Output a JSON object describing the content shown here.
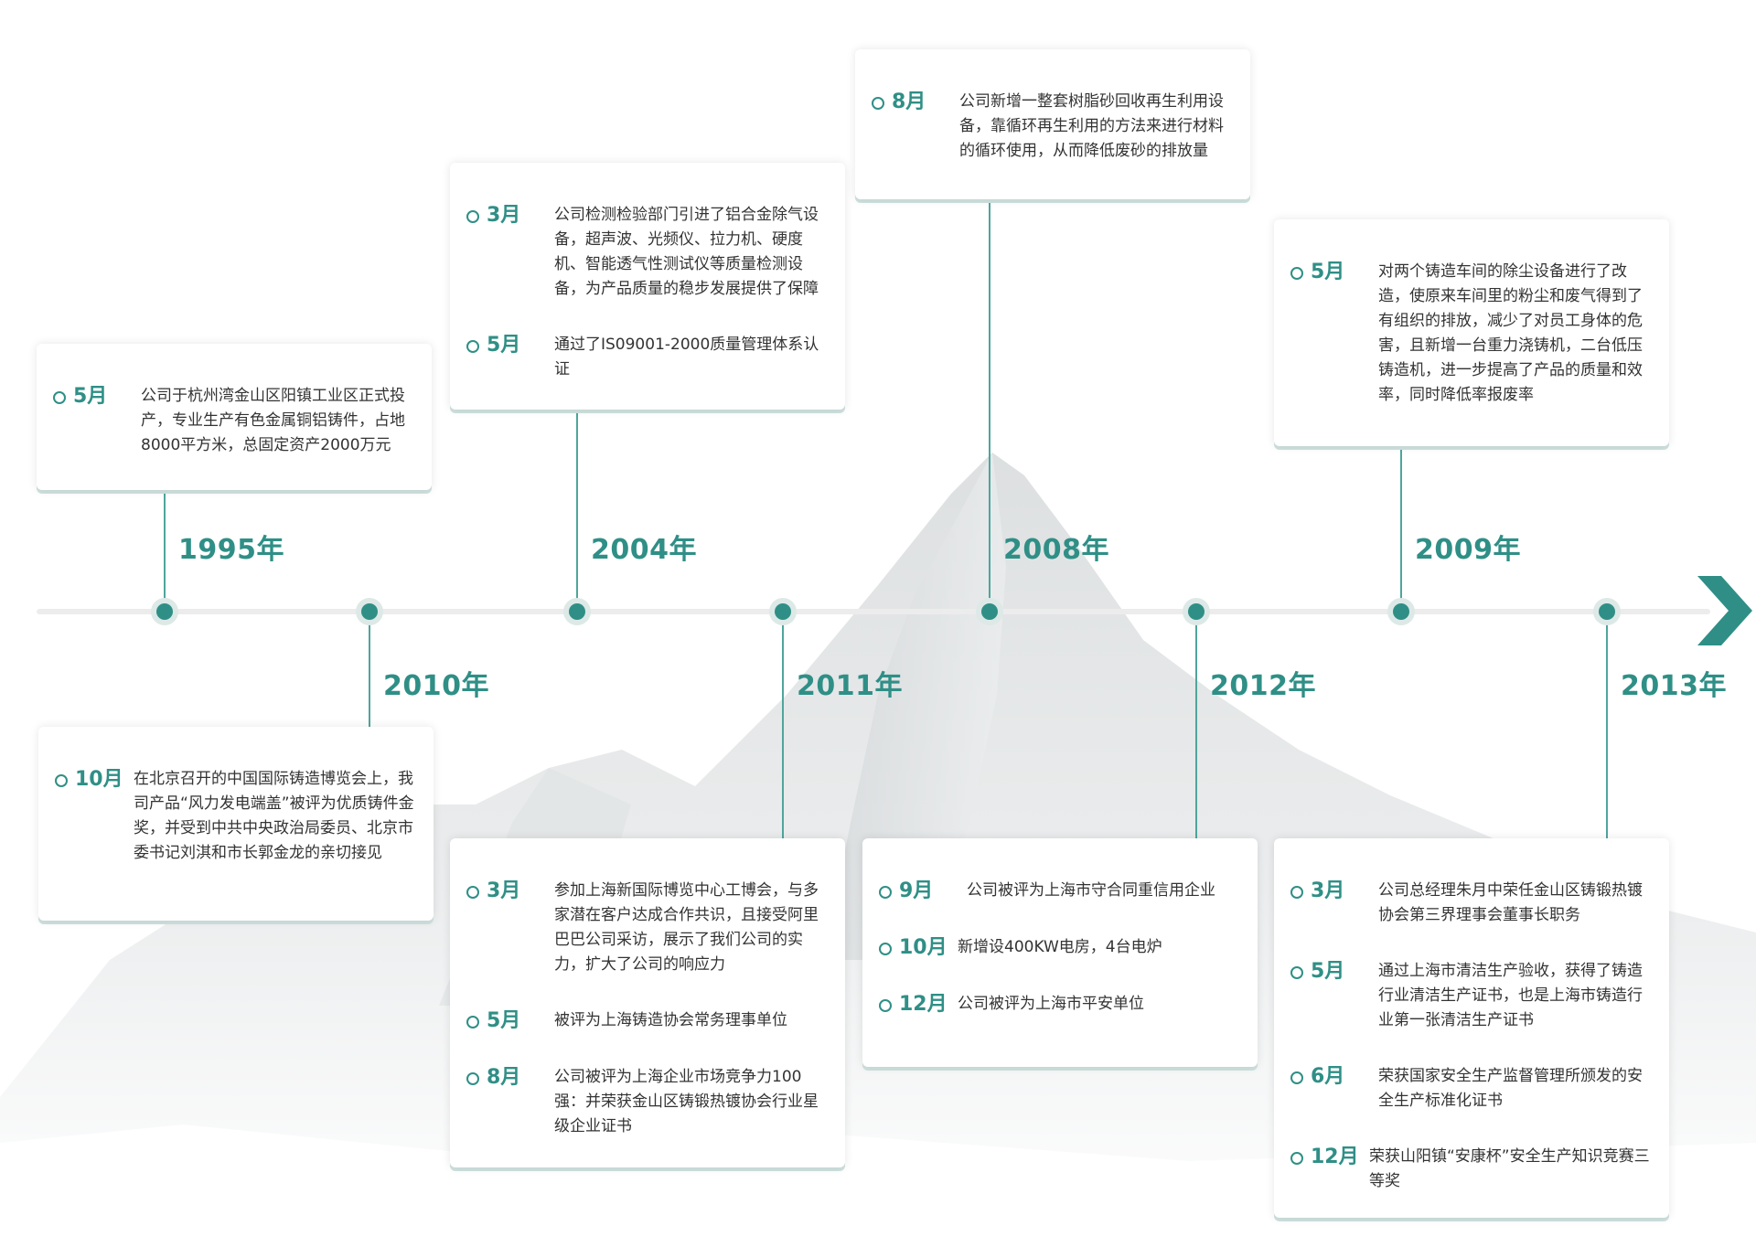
{
  "accent_color": "#2f8f86",
  "timeline": [
    {
      "year": "1995年",
      "entries": [
        {
          "month": "5月",
          "text": "公司于杭州湾金山区阳镇工业区正式投产，专业生产有色金属铜铝铸件，占地8000平方米，总固定资产2000万元"
        }
      ]
    },
    {
      "year": "2010年",
      "entries": [
        {
          "month": "10月",
          "text": "在北京召开的中国国际铸造博览会上，我司产品“风力发电端盖”被评为优质铸件金奖，并受到中共中央政治局委员、北京市委书记刘淇和市长郭金龙的亲切接见"
        }
      ]
    },
    {
      "year": "2004年",
      "entries": [
        {
          "month": "3月",
          "text": "公司检测检验部门引进了铝合金除气设备，超声波、光频仪、拉力机、硬度机、智能透气性测试仪等质量检测设备，为产品质量的稳步发展提供了保障"
        },
        {
          "month": "5月",
          "text": "通过了IS09001-2000质量管理体系认证"
        }
      ]
    },
    {
      "year": "2011年",
      "entries": [
        {
          "month": "3月",
          "text": "参加上海新国际博览中心工博会，与多家潜在客户达成合作共识，且接受阿里巴巴公司采访，展示了我们公司的实力，扩大了公司的响应力"
        },
        {
          "month": "5月",
          "text": "被评为上海铸造协会常务理事单位"
        },
        {
          "month": "8月",
          "text": "公司被评为上海企业市场竞争力100强：并荣获金山区铸锻热镀协会行业星级企业证书"
        }
      ]
    },
    {
      "year": "2008年",
      "entries": [
        {
          "month": "8月",
          "text": "公司新增一整套树脂砂回收再生利用设备，靠循环再生利用的方法来进行材料的循环使用，从而降低废砂的排放量"
        }
      ]
    },
    {
      "year": "2012年",
      "entries": [
        {
          "month": "9月",
          "text": "公司被评为上海市守合同重信用企业"
        },
        {
          "month": "10月",
          "text": "新增设400KW电房，4台电炉"
        },
        {
          "month": "12月",
          "text": "公司被评为上海市平安单位"
        }
      ]
    },
    {
      "year": "2009年",
      "entries": [
        {
          "month": "5月",
          "text": "对两个铸造车间的除尘设备进行了改造，使原来车间里的粉尘和废气得到了有组织的排放，减少了对员工身体的危害，且新增一台重力浇铸机，二台低压铸造机，进一步提高了产品的质量和效率，同时降低率报废率"
        }
      ]
    },
    {
      "year": "2013年",
      "entries": [
        {
          "month": "3月",
          "text": "公司总经理朱月中荣任金山区铸锻热镀协会第三界理事会董事长职务"
        },
        {
          "month": "5月",
          "text": "通过上海市清洁生产验收，获得了铸造行业清洁生产证书，也是上海市铸造行业第一张清洁生产证书"
        },
        {
          "month": "6月",
          "text": "荣获国家安全生产监督管理所颁发的安全生产标准化证书"
        },
        {
          "month": "12月",
          "text": "荣获山阳镇“安康杯”安全生产知识竞赛三等奖"
        }
      ]
    }
  ]
}
